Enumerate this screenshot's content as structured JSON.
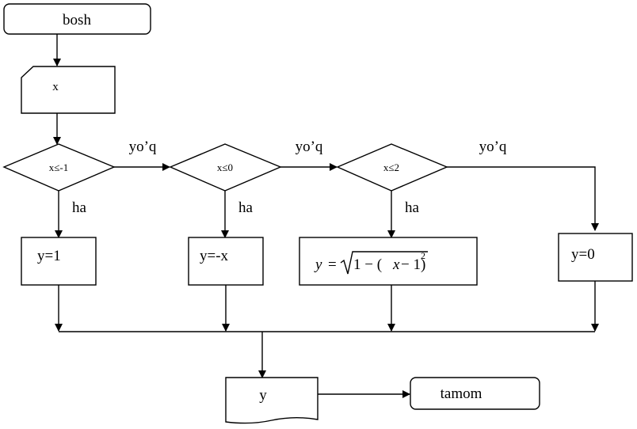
{
  "flowchart": {
    "start_label": "bosh",
    "input_label": "x",
    "conditions": [
      "x≤-1",
      "x≤0",
      "x≤2"
    ],
    "yes_label": "ha",
    "no_label": "yo’q",
    "results": {
      "r1": "y=1",
      "r2": "y=-x",
      "r3": {
        "lhs": "y",
        "eq": "=",
        "radicand_pre": "1 − (",
        "var": "x",
        "radicand_post": " − 1)",
        "exponent": "2"
      },
      "r4": "y=0"
    },
    "output_label": "y",
    "end_label": "tamom"
  }
}
